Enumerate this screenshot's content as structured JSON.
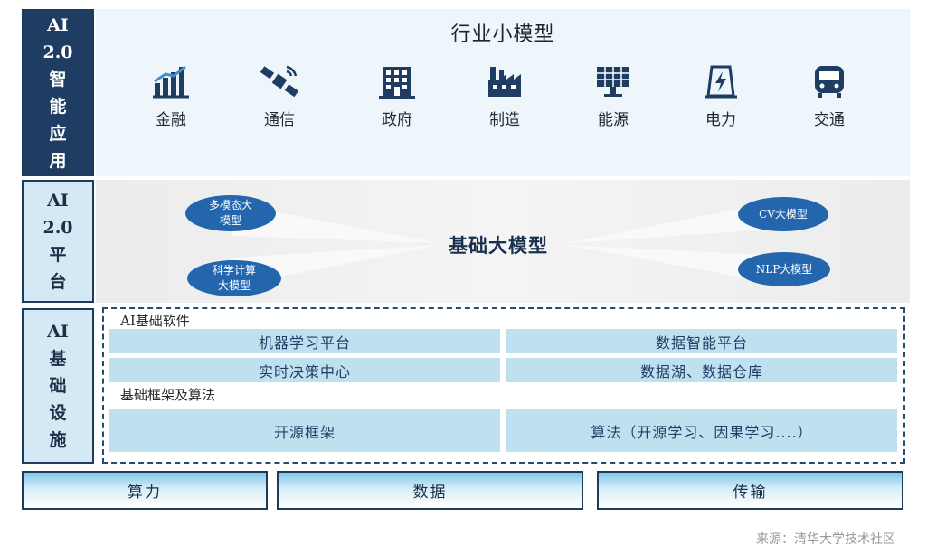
{
  "layers": {
    "app": {
      "label": [
        "AI",
        "2.0",
        "智",
        "能",
        "应",
        "用"
      ]
    },
    "platform": {
      "label": [
        "AI",
        "2.0",
        "平",
        "台"
      ]
    },
    "infra": {
      "label": [
        "AI",
        "基",
        "础",
        "设",
        "施"
      ]
    }
  },
  "top": {
    "title": "行业小模型",
    "industries": [
      {
        "label": "金融",
        "icon": "finance-chart-icon"
      },
      {
        "label": "通信",
        "icon": "satellite-icon"
      },
      {
        "label": "政府",
        "icon": "government-building-icon"
      },
      {
        "label": "制造",
        "icon": "factory-icon"
      },
      {
        "label": "能源",
        "icon": "solar-panel-icon"
      },
      {
        "label": "电力",
        "icon": "electricity-icon"
      },
      {
        "label": "交通",
        "icon": "train-icon"
      }
    ]
  },
  "middle": {
    "center": "基础大模型",
    "ellipses": {
      "multimodal": [
        "多模态大",
        "模型"
      ],
      "science": [
        "科学计算",
        "大模型"
      ],
      "cv": "CV大模型",
      "nlp": "NLP大模型"
    }
  },
  "infra": {
    "software_label": "AI基础软件",
    "software": [
      "机器学习平台",
      "数据智能平台",
      "实时决策中心",
      "数据湖、数据仓库"
    ],
    "framework_label": "基础框架及算法",
    "framework": [
      "开源框架",
      "算法（开源学习、因果学习....）"
    ]
  },
  "foundation": [
    "算力",
    "数据",
    "传输"
  ],
  "watermark": "来源：清华大学技术社区",
  "colors": {
    "dark_navy": "#1f3d63",
    "light_blue": "#d5e9f4",
    "ellipse_blue": "#2366ae",
    "bar_blue": "#bfe1ef"
  }
}
